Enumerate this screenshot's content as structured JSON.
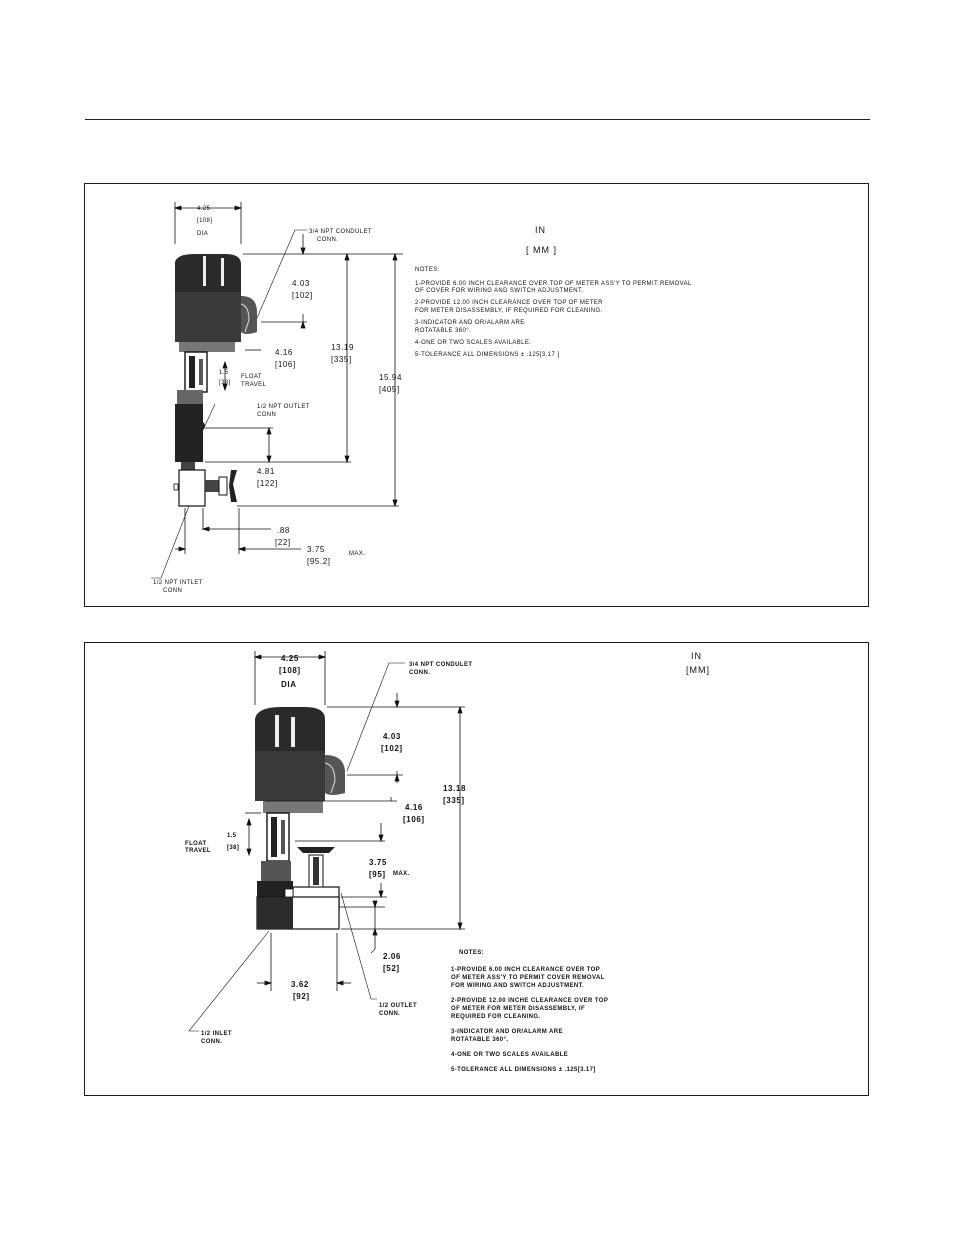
{
  "header_rule": true,
  "drawing1": {
    "units": {
      "in": "IN",
      "mm": "[ MM ]"
    },
    "dia": {
      "value": "4.25",
      "mm": "[108]",
      "suffix": "DIA"
    },
    "conduit": {
      "line1": "3/4 NPT CONDULET",
      "line2": "CONN."
    },
    "dims": {
      "d403": {
        "in": "4.03",
        "mm": "[102]"
      },
      "d416": {
        "in": "4.16",
        "mm": "[106]"
      },
      "d1319": {
        "in": "13.19",
        "mm": "[335]"
      },
      "d1594": {
        "in": "15.94",
        "mm": "[405]"
      },
      "d481": {
        "in": "4.81",
        "mm": "[122]"
      },
      "d088": {
        "in": ".88",
        "mm": "[22]"
      },
      "d375": {
        "in": "3.75",
        "mm": "[95.2]",
        "suffix": "MAX."
      },
      "float": {
        "in": "1.5",
        "mm": "[38]",
        "line1": "FLOAT",
        "line2": "TRAVEL"
      }
    },
    "outlet": {
      "line1": "1/2 NPT OUTLET",
      "line2": "CONN"
    },
    "inlet": {
      "line1": "1/2 NPT INTLET",
      "line2": "CONN"
    },
    "notes_title": "NOTES:",
    "notes": [
      "1-PROVIDE 6.00 INCH CLEARANCE OVER TOP OF METER ASS'Y TO PERMIT REMOVAL",
      "  OF COVER FOR WIRING AND SWITCH ADJUSTMENT.",
      "2-PROVIDE  12.00 INCH CLEARANCE OVER TOP OF METER",
      "FOR METER DISASSEMBLY, IF REQUIRED FOR CLEANING.",
      "3-INDICATOR AND OR/ALARM ARE",
      "  ROTATABLE 360°.",
      "4-ONE OR TWO SCALES AVAILABLE.",
      "5-TOLERANCE ALL DIMENSIONS ± .125[3.17 ]"
    ]
  },
  "drawing2": {
    "units": {
      "in": "IN",
      "mm": "[MM]"
    },
    "dia": {
      "value": "4.25",
      "mm": "[108]",
      "suffix": "DIA"
    },
    "conduit": {
      "line1": "3/4 NPT CONDULET",
      "line2": "CONN."
    },
    "dims": {
      "d403": {
        "in": "4.03",
        "mm": "[102]"
      },
      "d416": {
        "in": "4.16",
        "mm": "[106]"
      },
      "d1318": {
        "in": "13.18",
        "mm": "[335]"
      },
      "d375": {
        "in": "3.75",
        "mm": "[95]",
        "suffix": "MAX."
      },
      "d206": {
        "in": "2.06",
        "mm": "[52]"
      },
      "d362": {
        "in": "3.62",
        "mm": "[92]"
      },
      "float": {
        "in": "1.5",
        "mm": "[38]",
        "line1": "FLOAT",
        "line2": "TRAVEL"
      }
    },
    "outlet": {
      "line1": "1/2 OUTLET",
      "line2": "CONN."
    },
    "inlet": {
      "line1": "1/2 INLET",
      "line2": "CONN."
    },
    "notes_title": "NOTES:",
    "notes": [
      "1-PROVIDE 6.00 INCH CLEARANCE OVER TOP",
      "OF METER ASS'Y TO PERMIT COVER REMOVAL",
      "FOR WIRING AND SWITCH ADJUSTMENT.",
      "2-PROVIDE 12.00 INCHE CLEARANCE OVER TOP",
      "   OF METER FOR METER DISASSEMBLY, IF",
      "   REQUIRED FOR CLEANING.",
      "3-INDICATOR AND OR/ALARM ARE",
      "ROTATABLE 360°.",
      "4-ONE OR TWO SCALES AVAILABLE",
      "5-TOLERANCE ALL DIMENSIONS ± .125[3.17]"
    ]
  }
}
